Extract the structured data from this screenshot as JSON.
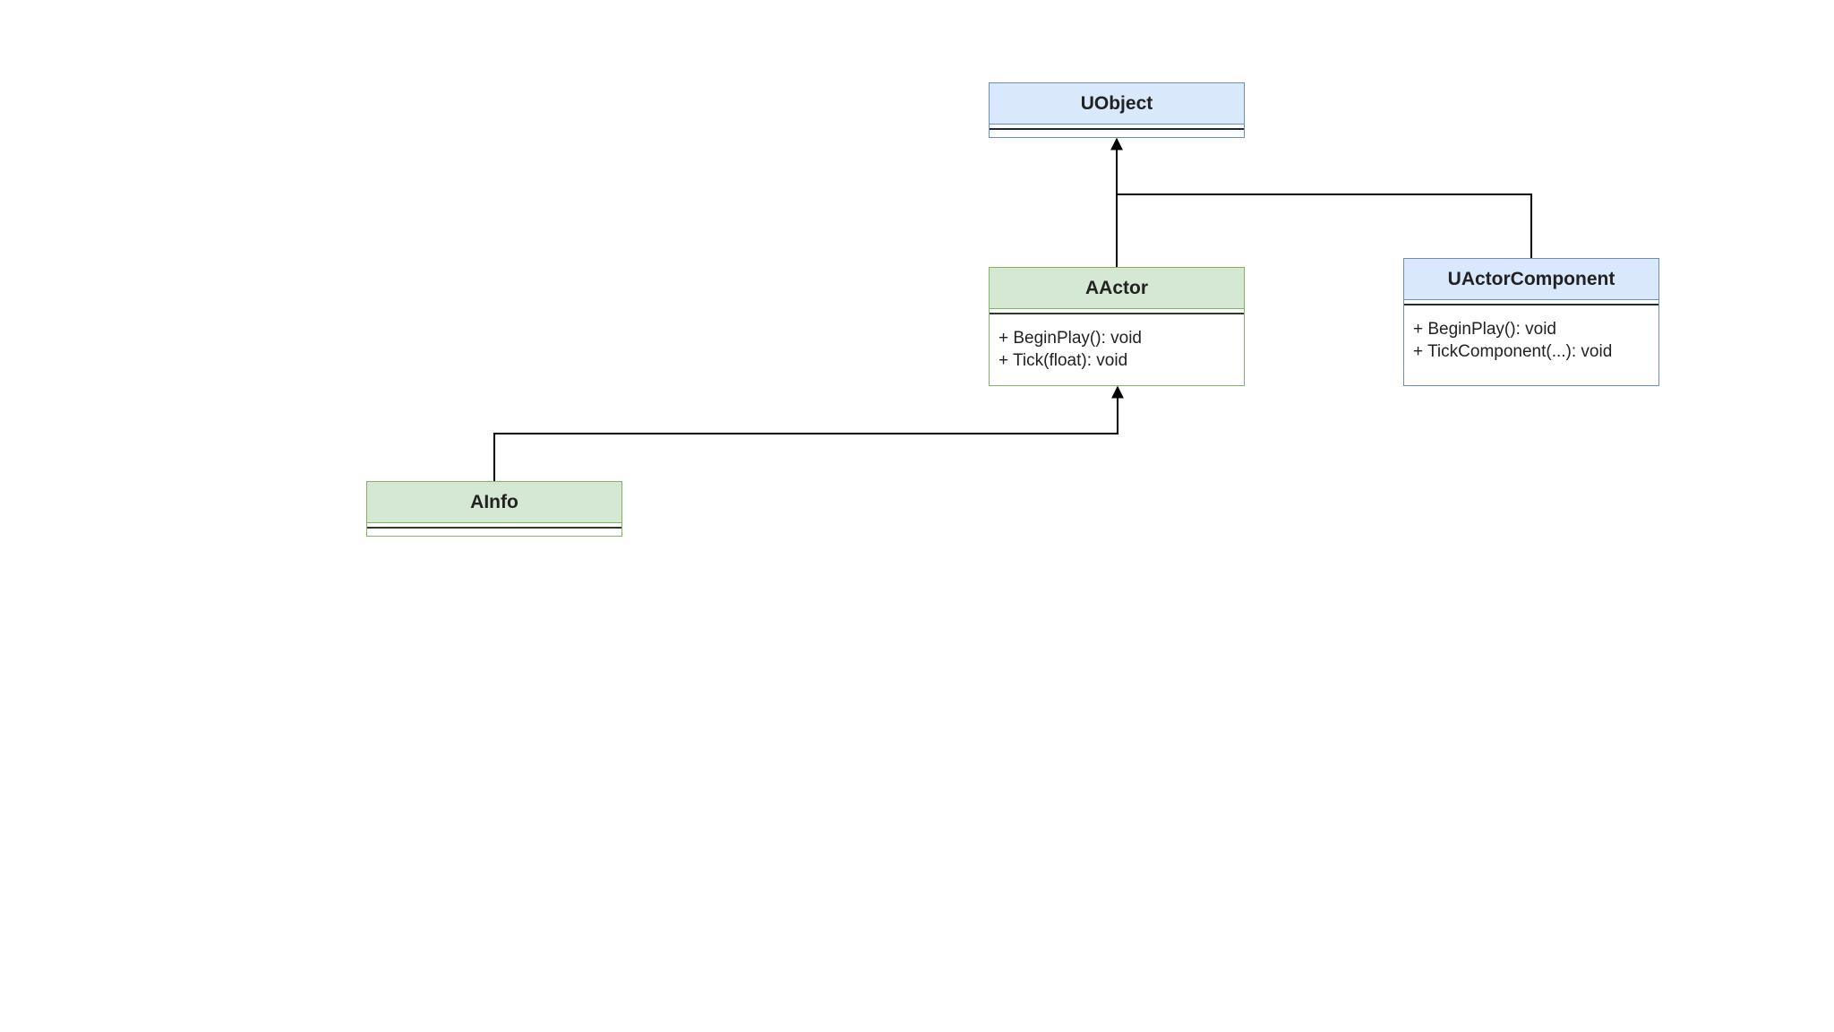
{
  "classes": {
    "uobject": {
      "name": "UObject",
      "methods": []
    },
    "aactor": {
      "name": "AActor",
      "methods": [
        "+ BeginPlay(): void",
        "+ Tick(float): void"
      ]
    },
    "uactorcomponent": {
      "name": "UActorComponent",
      "methods": [
        "+ BeginPlay(): void",
        "+ TickComponent(...): void"
      ]
    },
    "ainfo": {
      "name": "AInfo",
      "methods": []
    }
  },
  "relationships": [
    {
      "type": "inheritance",
      "from": "AActor",
      "to": "UObject"
    },
    {
      "type": "inheritance",
      "from": "UActorComponent",
      "to": "UObject"
    },
    {
      "type": "inheritance",
      "from": "AInfo",
      "to": "AActor"
    }
  ],
  "colors": {
    "blue_fill": "#dae8fc",
    "blue_stroke": "#6c8ebf",
    "green_fill": "#d5e8d4",
    "green_stroke": "#82b366",
    "line": "#000000"
  }
}
